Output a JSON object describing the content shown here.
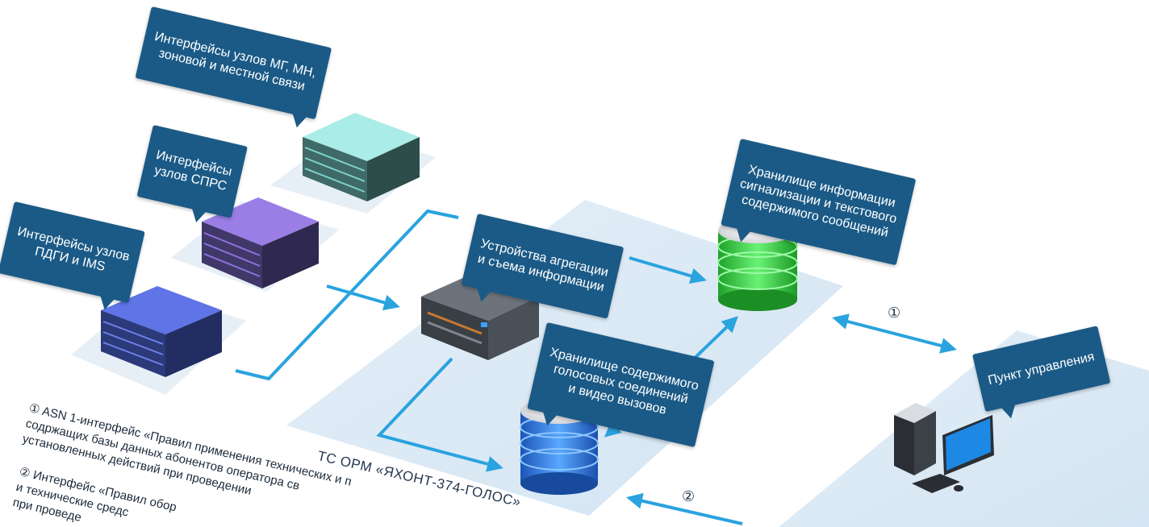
{
  "callouts": {
    "mg_mn": "Интерфейсы узлов МГ, МН,\nзоновой и местной связи",
    "sprs": "Интерфейсы\nузлов СПРС",
    "pdgi": "Интерфейсы узлов\nПДГИ и IMS",
    "aggregation": "Устройства агрегации\nи съема информации",
    "signaling_storage": "Хранилище информации\nсигнализации и текстового\nсодержимого сообщений",
    "voice_storage": "Хранилище содержимого\nголосовых соединений\nи видео вызовов",
    "control_point": "Пункт управления"
  },
  "system_name": "ТС ОРМ «ЯХОНТ-374-ГОЛОС»",
  "markers": {
    "one": "①",
    "two": "②"
  },
  "notes": {
    "line1": "① ASN 1-интерфейс «Правил применения технических и п",
    "line2": "содржащих базы данных абонентов оператора св",
    "line3": "установленных действий при проведении",
    "line4": "② Интерфейс «Правил обор",
    "line5": "и технические средс",
    "line6": "при проведе"
  },
  "colors": {
    "callout_bg": "#1b5a86",
    "arrow": "#2aa3df",
    "platform": "#dbe9f5",
    "mg_server": "#7fd3cf",
    "sprs_server": "#7b5ccf",
    "pdgi_server": "#4c63d6",
    "signaling_db": "#3fd84a",
    "voice_db": "#2f7de0"
  }
}
